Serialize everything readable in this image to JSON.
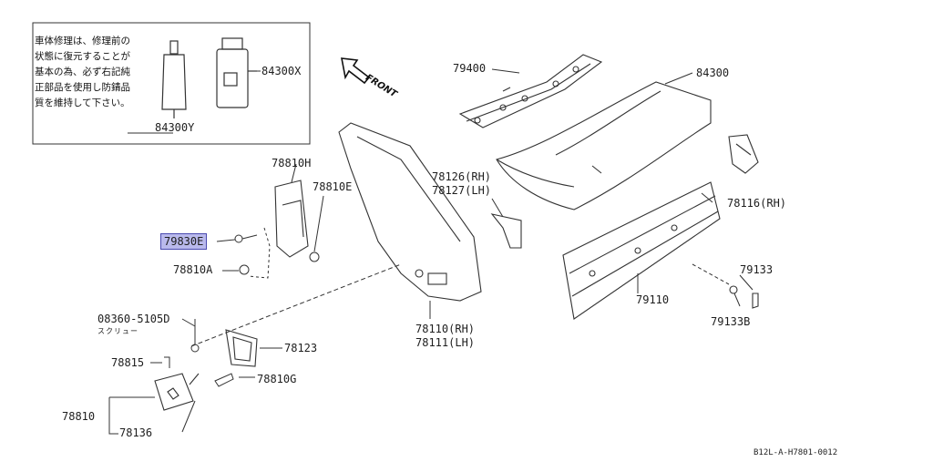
{
  "note": {
    "lines": [
      "車体修理は、修理前の",
      "状態に復元することが",
      "基本の為、必ず右記純",
      "正部品を使用し防錆品",
      "質を維持して下さい。"
    ]
  },
  "direction_label": "FRONT",
  "parts": {
    "p84300Y": "84300Y",
    "p84300X": "84300X",
    "p79400": "79400",
    "p84300": "84300",
    "p78810H": "78810H",
    "p78810E": "78810E",
    "p79830E": "79830E",
    "p78810A": "78810A",
    "p78126": "78126(RH)",
    "p78127": "78127(LH)",
    "p78116": "78116(RH)",
    "p79133": "79133",
    "p79110": "79110",
    "p79133B": "79133B",
    "p08360": "08360-5105D",
    "p08360_sub": "スクリュー",
    "p78123": "78123",
    "p78815": "78815",
    "p78810G": "78810G",
    "p78110": "78110(RH)",
    "p78111": "78111(LH)",
    "p78810": "78810",
    "p78136": "78136"
  },
  "diagram_code": "B12L-A-H7801-0012",
  "colors": {
    "highlight": "#b9b9ec",
    "line": "#222222"
  }
}
